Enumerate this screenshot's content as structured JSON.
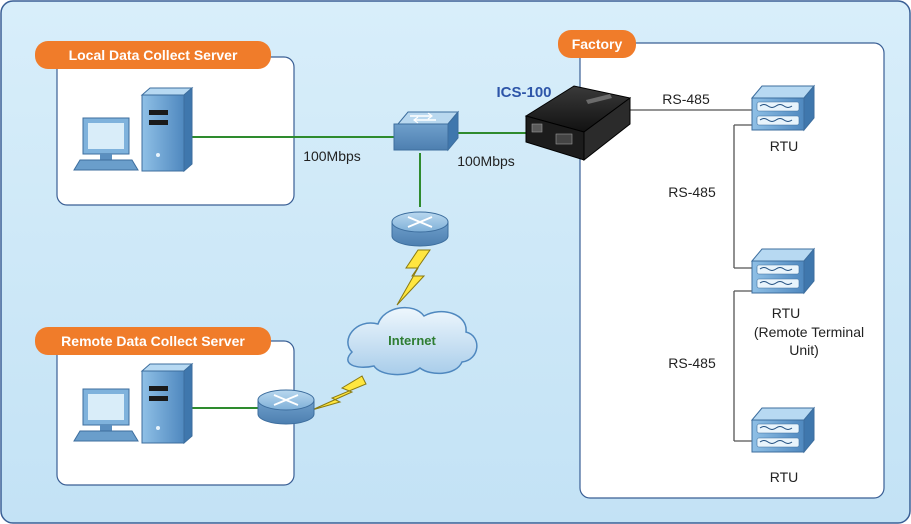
{
  "labels": {
    "local_server": "Local Data Collect Server",
    "remote_server": "Remote Data Collect Server",
    "factory": "Factory",
    "ics_device": "ICS-100",
    "speed_left": "100Mbps",
    "speed_right": "100Mbps",
    "internet": "Internet",
    "rs485_top": "RS-485",
    "rs485_mid": "RS-485",
    "rs485_low": "RS-485",
    "rtu_top": "RTU",
    "rtu_mid_line1": "RTU",
    "rtu_mid_line2": "(Remote Terminal",
    "rtu_mid_line3": "Unit)",
    "rtu_bottom": "RTU"
  },
  "colors": {
    "background": "#cfe8f7",
    "panel_border": "#3a5f95",
    "pill": "#f07c2a",
    "link": "#2e8b2e",
    "rs485_line": "#555555",
    "ics_title": "#2d55a8"
  }
}
